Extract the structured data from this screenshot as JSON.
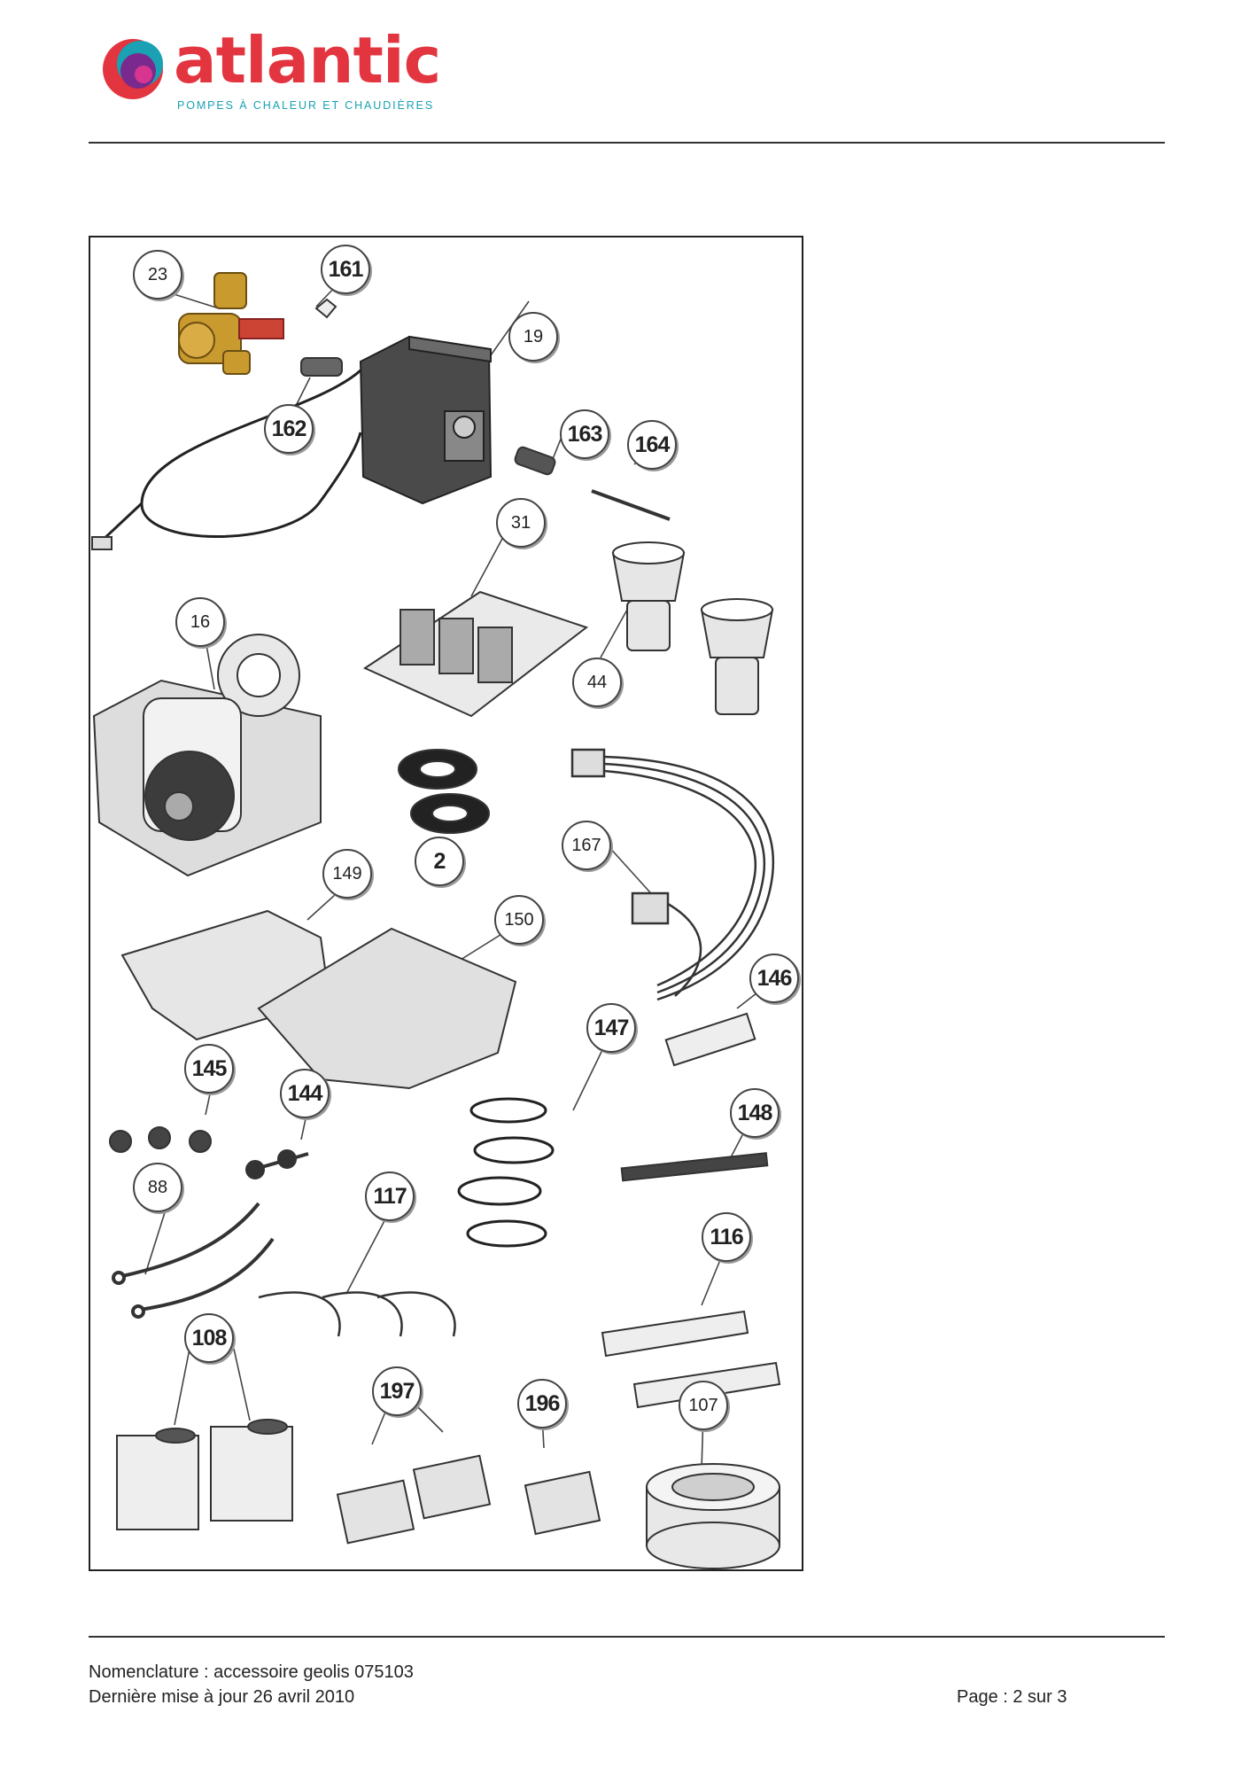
{
  "header": {
    "brand": "atlantic",
    "tagline": "POMPES À CHALEUR ET CHAUDIÈRES"
  },
  "figure": {
    "callouts": [
      "23",
      "161",
      "19",
      "162",
      "163",
      "164",
      "31",
      "16",
      "44",
      "2",
      "167",
      "149",
      "150",
      "146",
      "147",
      "145",
      "144",
      "148",
      "88",
      "117",
      "116",
      "108",
      "197",
      "196",
      "107"
    ]
  },
  "footer": {
    "line1": "Nomenclature : accessoire geolis 075103",
    "line2": "Dernière mise à jour 26 avril 2010",
    "page": "Page : 2 sur 3"
  },
  "colors": {
    "brand_red": "#e2353f",
    "brand_teal": "#1aa1b3",
    "brand_purple": "#7a2a8e"
  }
}
